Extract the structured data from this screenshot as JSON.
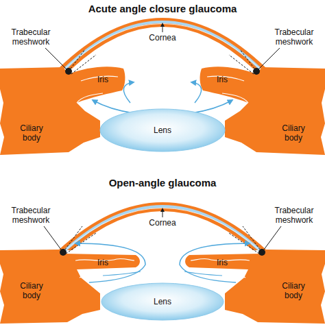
{
  "diagram": {
    "nodes": [
      {
        "text": [
          "Lens"
        ]
      },
      {
        "text": [
          "Lens"
        ]
      }
    ],
    "labels": [
      "Acute angle closure glaucoma",
      "Trabecular meshwork",
      "Cornea",
      "Trabecular meshwork",
      "Iris",
      "Iris",
      "Ciliary body",
      "Ciliary body",
      "Open-angle glaucoma",
      "Trabecular meshwork",
      "Cornea",
      "Trabecular meshwork",
      "Iris",
      "Iris",
      "Ciliary body",
      "Ciliary body"
    ]
  }
}
